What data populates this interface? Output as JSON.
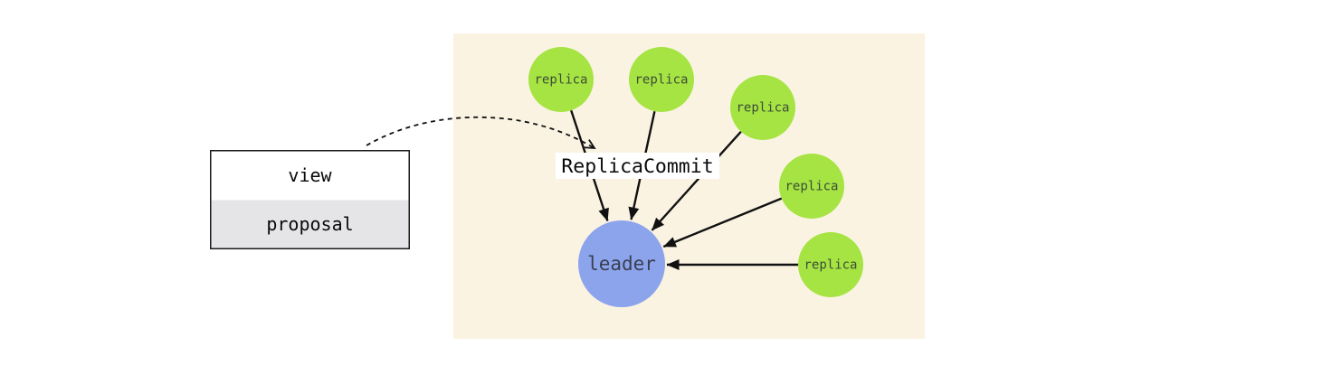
{
  "diagram": {
    "message": {
      "label": "ReplicaCommit",
      "fields": [
        "view",
        "proposal"
      ]
    },
    "nodes": {
      "replicas": [
        "replica",
        "replica",
        "replica",
        "replica",
        "replica"
      ],
      "leader": "leader"
    },
    "colors": {
      "page_bg": "#ffffff",
      "panel_bg": "#fbf3e2",
      "replica_fill": "#a5e442",
      "replica_text": "#3e4d38",
      "leader_fill": "#8ca4ec",
      "leader_text": "#3a3f52",
      "arrow": "#111111",
      "label_bg": "#ffffff",
      "label_text": "#0a0a0a",
      "box_border": "#1a1a1a",
      "box_view_bg": "#ffffff",
      "box_proposal_bg": "#e5e5e8",
      "field_text": "#0a0a0a"
    }
  }
}
